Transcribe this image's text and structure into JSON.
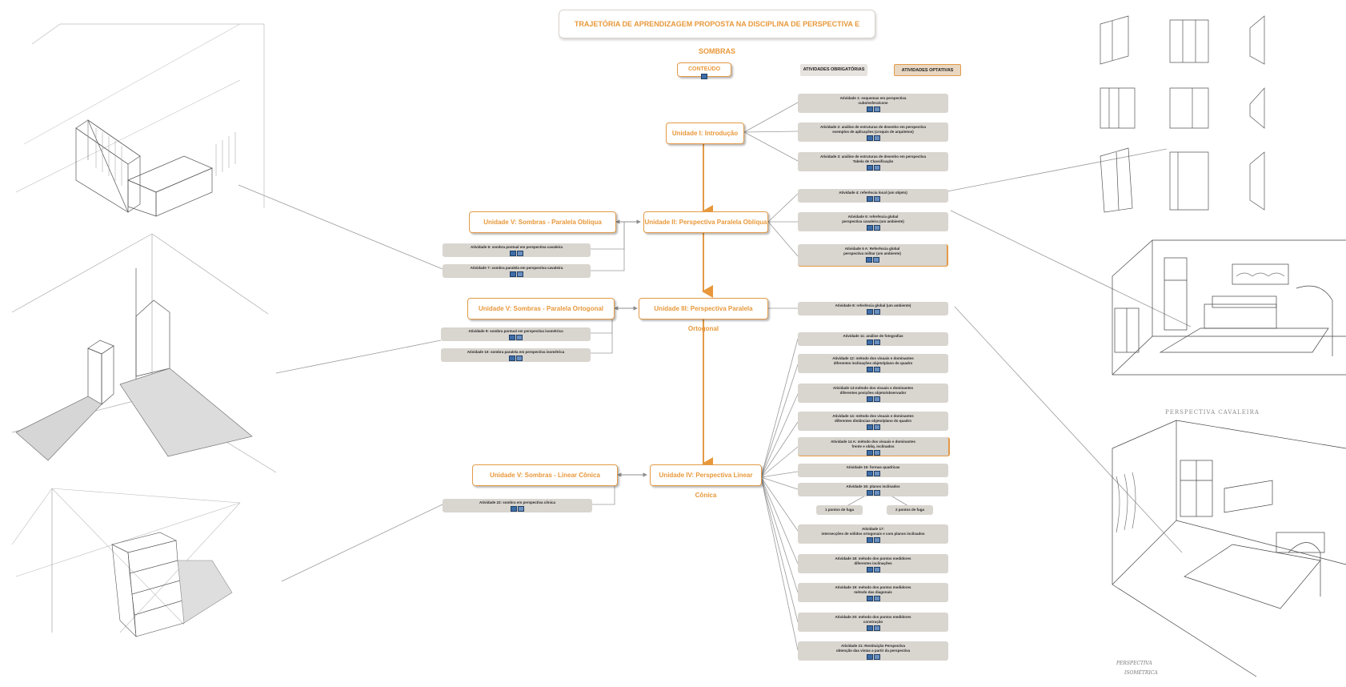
{
  "title": "TRAJETÓRIA DE APRENDIZAGEM PROPOSTA NA DISCIPLINA DE PERSPECTIVA E SOMBRAS",
  "content_node": {
    "label": "CONTEÚDO"
  },
  "legend": {
    "mandatory": "ATIVIDADES OBRIGATÓRIAS",
    "optional": "ATIVIDADES OPTATIVAS"
  },
  "units": {
    "u1": "Unidade I: Introdução",
    "u2": "Unidade II: Perspectiva Paralela Oblíqua",
    "u3": "Unidade III: Perspectiva Paralela Ortogonal",
    "u4": "Unidade IV: Perspectiva Linear Cônica",
    "s2": "Unidade V: Sombras - Paralela Oblíqua",
    "s3": "Unidade V: Sombras - Paralela Ortogonal",
    "s4": "Unidade V: Sombras - Linear Cônica"
  },
  "activities": {
    "a1": {
      "l1": "Atividade 1: esquemas em perspectiva",
      "l2": "cubo/esfera/cone"
    },
    "a2": {
      "l1": "Atividade 2: análise de estruturas de desenho em perspectiva",
      "l2": "exemplos de aplicações (croquis de arquitetos)"
    },
    "a3": {
      "l1": "Atividade 3: análise de estruturas de desenho em perspectiva",
      "l2": "Tabela de Classificação"
    },
    "a4": {
      "l1": "Atividade 4: referência local (um objeto)",
      "l2": ""
    },
    "a5": {
      "l1": "Atividade 5: referência global",
      "l2": "perspectiva cavaleira (um ambiente)"
    },
    "a5a": {
      "l1": "Atividade 5 A: Referência global",
      "l2": "perspectiva militar (um ambiente)"
    },
    "a6": {
      "l1": "Atividade 6: sombra pontual em perspectiva cavaleira"
    },
    "a7": {
      "l1": "Atividade 7: sombra paralela em perspectiva cavaleira"
    },
    "a8": {
      "l1": "Atividade 8: referência global (um ambiente)"
    },
    "a9": {
      "l1": "Atividade 9: sombra pontual em perspectiva isométrica"
    },
    "a10": {
      "l1": "Atividade 10: sombra paralela em perspectiva isométrica"
    },
    "a11": {
      "l1": "Atividade 11: análise de fotografias",
      "l2": ""
    },
    "a12": {
      "l1": "Atividade 12: método dos visuais e dominantes",
      "l2": "diferentes inclinações objeto/plano do quadro"
    },
    "a13": {
      "l1": "Atividade 13:método dos visuais e dominantes",
      "l2": "diferentes posições objeto/observador"
    },
    "a14": {
      "l1": "Atividade 14: método dos visuais e dominantes",
      "l2": "diferentes distâncias objeto/plano do quadro"
    },
    "a14a": {
      "l1": "Atividade 14 A: método dos visuais e dominantes",
      "l2": "frente e obliq. inclinados"
    },
    "a15": {
      "l1": "Atividade 15: formas quadricas",
      "l2": ""
    },
    "a16": {
      "l1": "Atividade 16: planos inclinados",
      "l2": ""
    },
    "a16_1": "1 pontos de fuga",
    "a16_2": "2 pontos de fuga",
    "a17": {
      "l1": "Atividade 17:",
      "l2": "intersecções de sólidos ortogonais e com planos inclinados"
    },
    "a18": {
      "l1": "Atividade 18: método dos pontos medidores",
      "l2": "diferentes inclinações"
    },
    "a19": {
      "l1": "Atividade 19: método dos pontos medidores",
      "l2": "método das diagonais"
    },
    "a20": {
      "l1": "Atividade 20: método dos pontos medidores",
      "l2": "construção"
    },
    "a21": {
      "l1": "Atividade 21: Restituição Perspectiva",
      "l2": "obtenção das vistas a partir da perspectiva"
    },
    "a22": {
      "l1": "Atividade 22: sombra em perspectiva cônica"
    }
  },
  "captions": {
    "cavaleira": "PERSPECTIVA CAVALEIRA",
    "isometrica_l1": "PERSPECTIVA",
    "isometrica_l2": "ISOMÉTRICA"
  },
  "colors": {
    "accent": "#e8983a",
    "box": "#d9d5cf",
    "line": "#9a9a9a",
    "icon": "#3d6da8"
  },
  "icons": [
    "document-icon",
    "image-icon"
  ]
}
